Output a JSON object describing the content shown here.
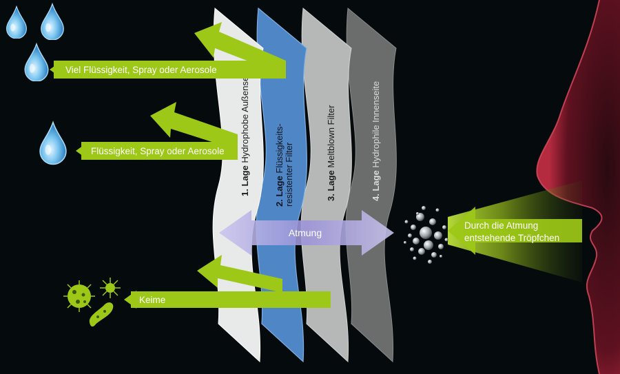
{
  "layers": [
    {
      "number": "1. Lage",
      "name": "Hydrophobe Außenseite",
      "name_line2": "",
      "color": "#e9ebea"
    },
    {
      "number": "2. Lage",
      "name": "Flüssigkeits-",
      "name_line2": "resistenter Filter",
      "color": "#4f86c6"
    },
    {
      "number": "3. Lage",
      "name": "Meltblown Filter",
      "name_line2": "",
      "color": "#b7b8b8"
    },
    {
      "number": "4. Lage",
      "name": "Hydrophile Innenseite",
      "name_line2": "",
      "color": "#6e6f6f"
    }
  ],
  "labels": {
    "viel_fluessigkeit": "Viel Flüssigkeit, Spray oder Aerosole",
    "fluessigkeit": "Flüssigkeit, Spray oder Aerosole",
    "keime": "Keime",
    "atmung": "Atmung",
    "droplets_line1": "Durch die Atmung",
    "droplets_line2": "entstehende Tröpfchen"
  },
  "colors": {
    "background": "#050a0c",
    "accent_green": "#9dc817",
    "water_blue": "#4fa8e0",
    "nose_red": "#7a1424"
  },
  "icons": [
    "water-drop-icon",
    "germ-icon",
    "virus-icon",
    "bacteria-icon",
    "droplet-cluster-icon",
    "face-silhouette-icon"
  ]
}
